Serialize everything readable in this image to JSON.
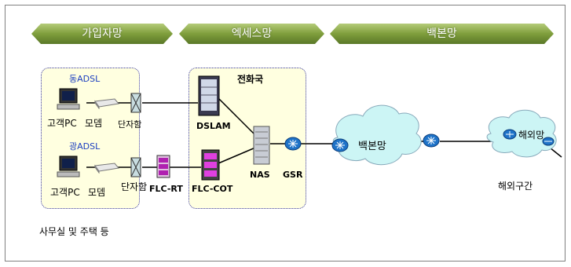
{
  "banners": {
    "subscriber": "가입자망",
    "access": "엑세스망",
    "backbone": "백본망"
  },
  "labels": {
    "east_adsl": "동ADSL",
    "gwang_adsl": "광ADSL",
    "customer_pc_top": "고객PC",
    "modem_top": "모뎀",
    "terminal_box_top": "단자함",
    "customer_pc_bottom": "고객PC",
    "modem_bottom": "모뎀",
    "terminal_box_bottom": "단자함",
    "flc_rt": "FLC-RT",
    "central_office": "전화국",
    "dslam": "DSLAM",
    "flc_cot": "FLC-COT",
    "nas": "NAS",
    "gsr": "GSR",
    "backbone_cloud": "백본망",
    "overseas_cloud": "해외망",
    "overseas_section": "해외구간",
    "office_home": "사무실 및 주택 등"
  },
  "colors": {
    "banner_green": "#7f9e3c",
    "zone_fill": "#ffffe0",
    "zone_border": "#3a3aa8",
    "cloud_fill": "#ccf5f5",
    "router_blue": "#1e73c8",
    "adsl_label": "#1c3fc0"
  }
}
